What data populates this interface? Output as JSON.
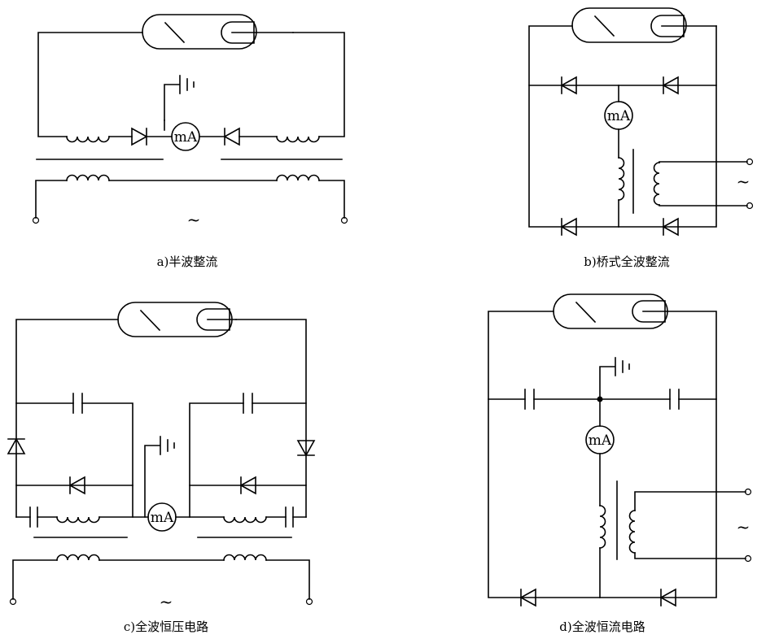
{
  "diagrams": [
    {
      "label": "a)半波整流"
    },
    {
      "label": "b)桥式全波整流"
    },
    {
      "label": "c)全波恒压电路"
    },
    {
      "label": "d)全波恒流电路"
    }
  ],
  "meter_label": "mA",
  "ac_symbol": "~"
}
